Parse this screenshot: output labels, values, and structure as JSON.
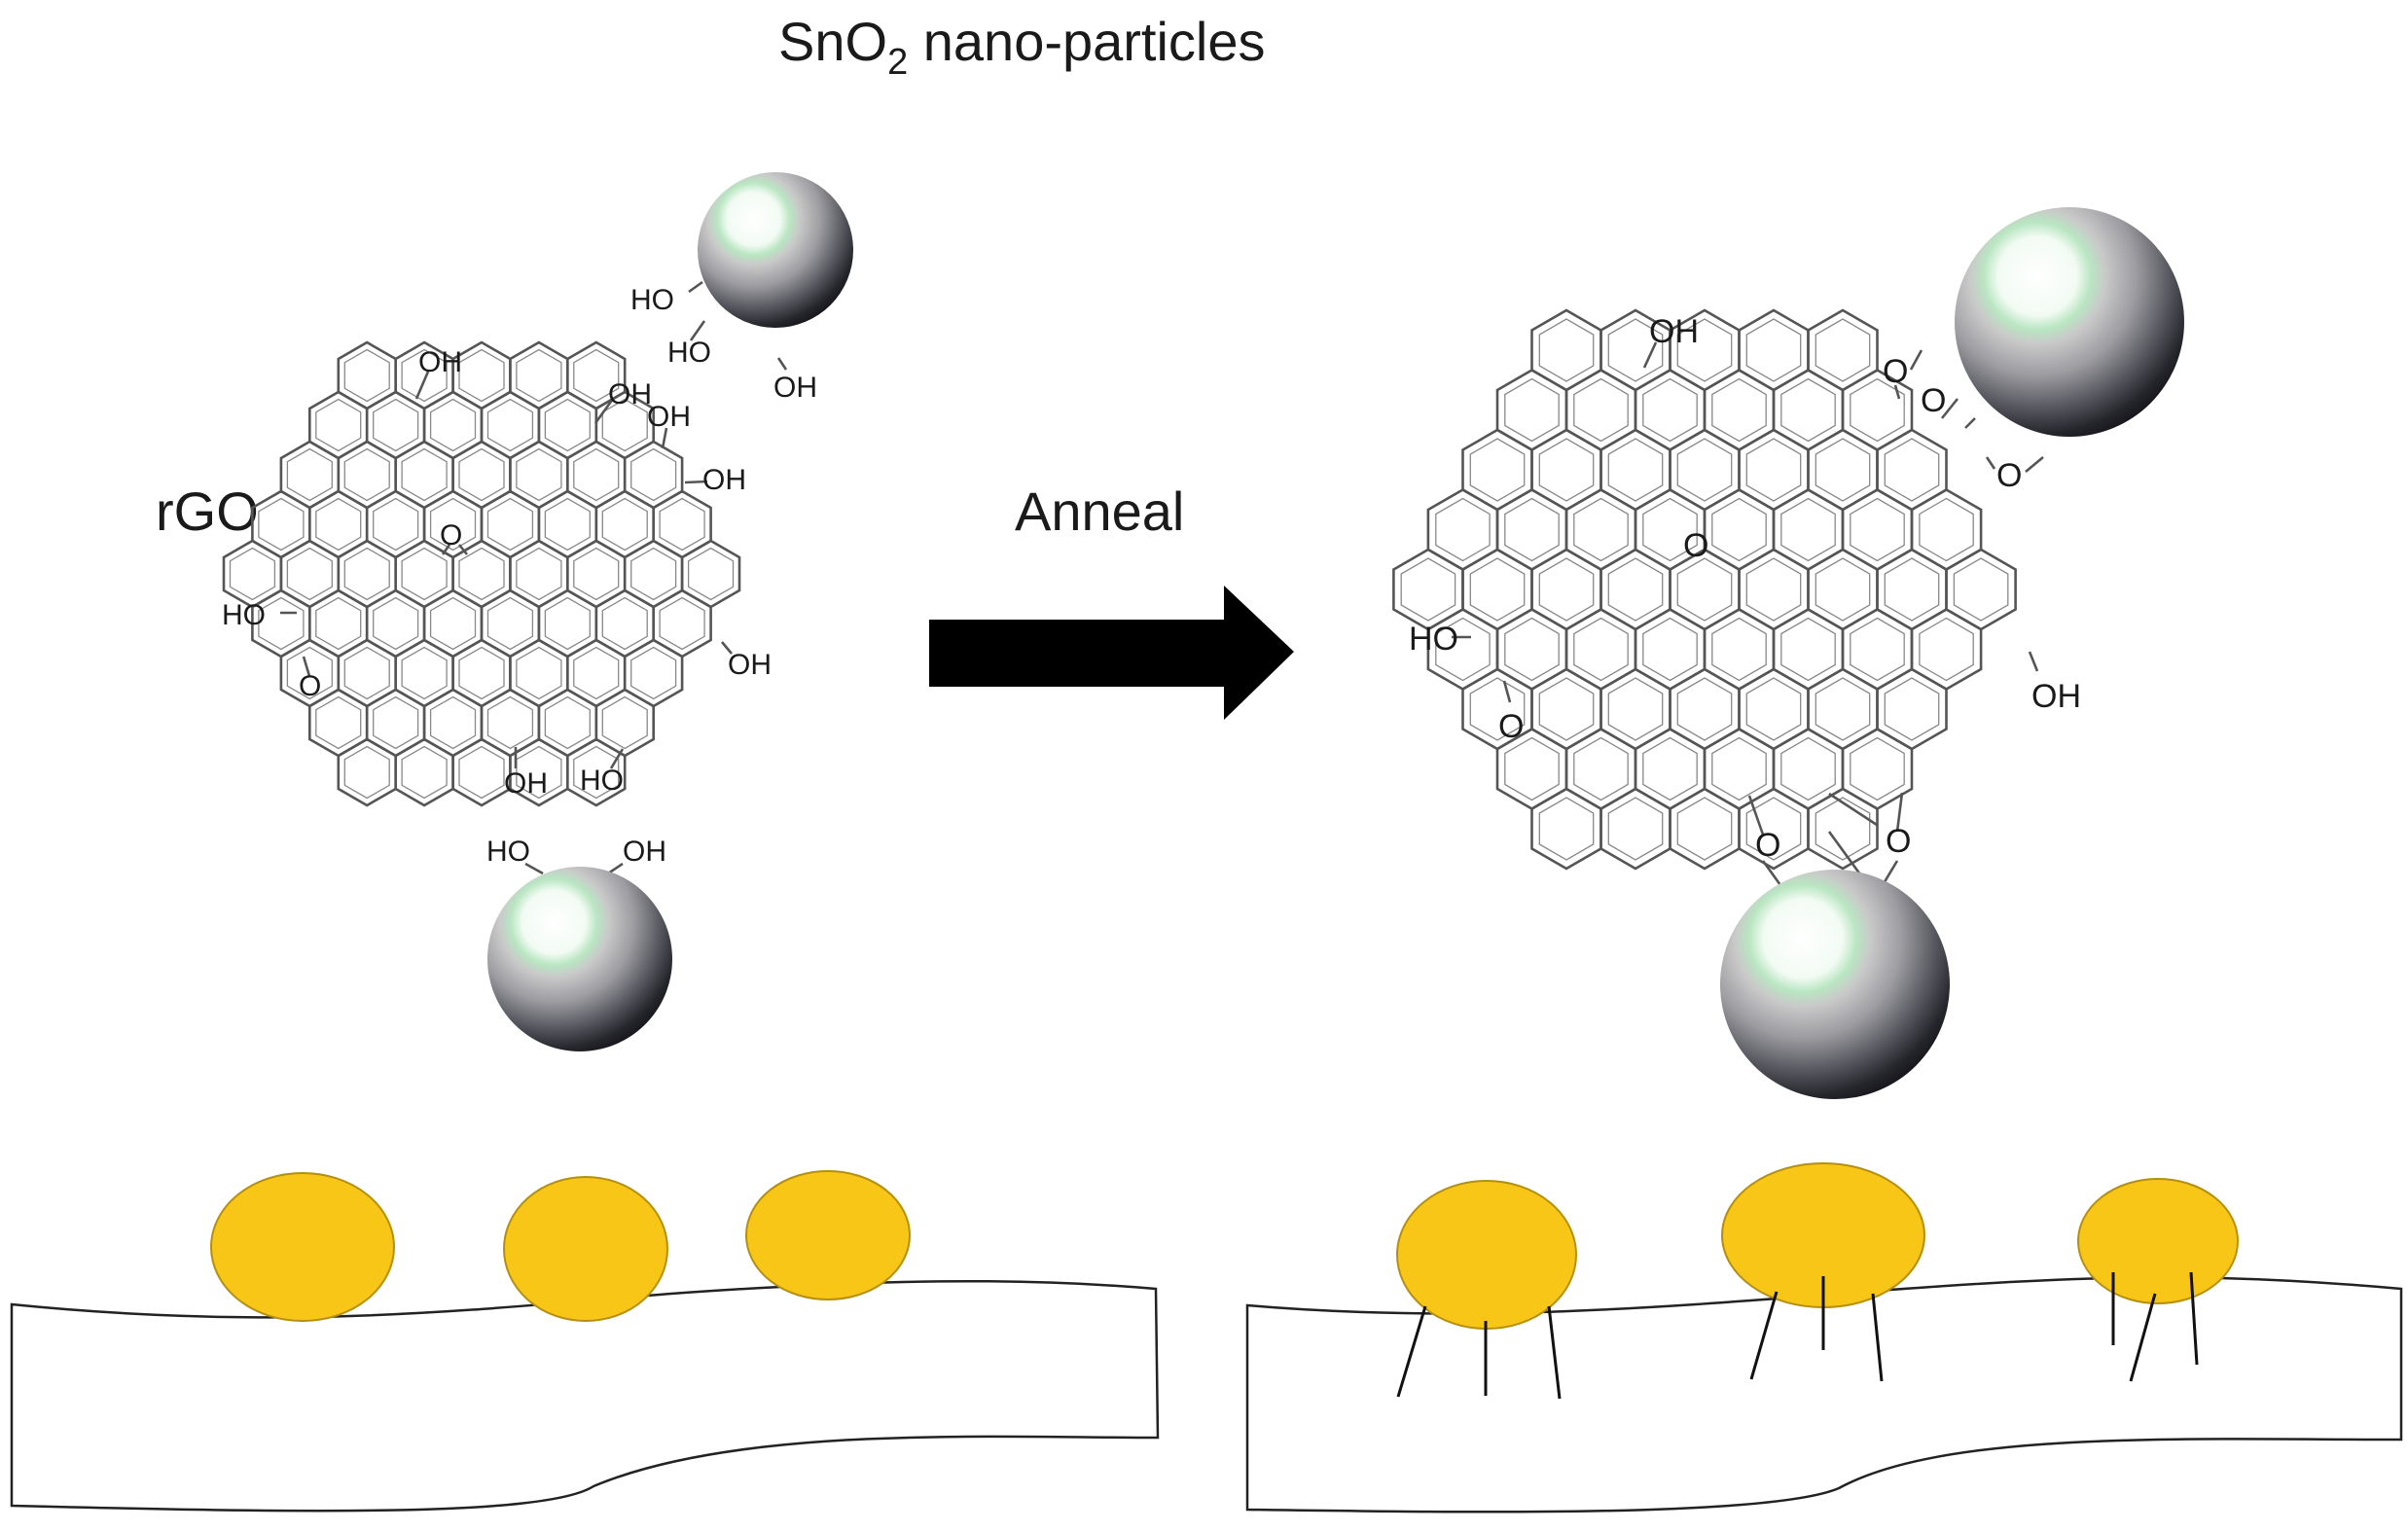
{
  "labels": {
    "title_main": "SnO",
    "title_sub": "2",
    "title_rest": " nano-particles",
    "rgo": "rGO",
    "anneal": "Anneal"
  },
  "groups": {
    "OH": "OH",
    "HO": "HO",
    "O": "O"
  },
  "colors": {
    "particle_dark": "#0e0e12",
    "particle_light": "#ffffff",
    "particle_glow": "#b9e6c2",
    "droplet_fill": "#f7c617",
    "droplet_stroke": "#b58f10",
    "arrow": "#000000",
    "bond": "#555555"
  }
}
